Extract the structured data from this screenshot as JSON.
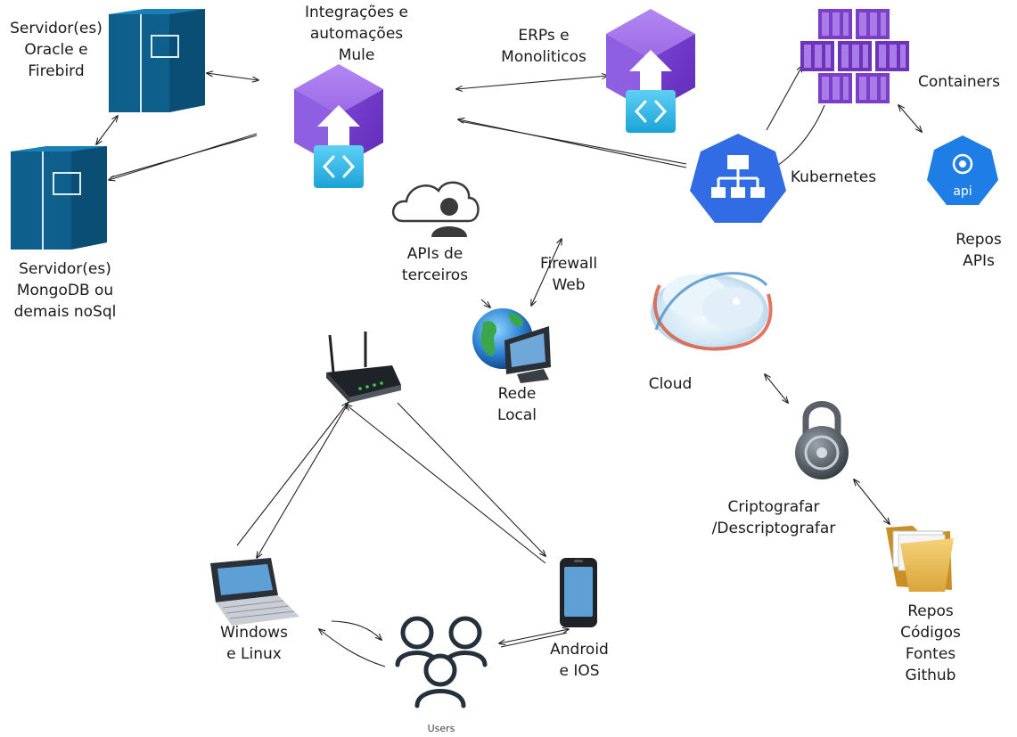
{
  "labels": {
    "oracle": "Servidor(es)\nOracle e\nFirebird",
    "mongo": "Servidor(es)\nMongoDB ou\ndemais noSql",
    "mule": "Integrações e\nautomações\nMule",
    "erps": "ERPs e\nMonoliticos",
    "containers": "Containers",
    "kubernetes": "Kubernetes",
    "repos_apis": "Repos\nAPIs",
    "apis_terceiros": "APIs de\nterceiros",
    "firewall": "Firewall\nWeb",
    "rede_local": "Rede\nLocal",
    "cloud": "Cloud",
    "cripto": "Criptografar\n/Descriptografar",
    "repos_codigos": "Repos\nCódigos\nFontes\nGithub",
    "windows": "Windows\ne Linux",
    "android": "Android\ne IOS",
    "users": "Users"
  },
  "icons": {
    "api_badge": "api"
  },
  "colors": {
    "server_blue": "#0f5f8c",
    "mule_purple": "#8a55dc",
    "mule_cyan": "#35b8e6",
    "container_purple": "#6d33b8",
    "kubernetes_blue": "#326ce5",
    "api_blue": "#1e7ee6",
    "users_navy": "#24303c"
  }
}
